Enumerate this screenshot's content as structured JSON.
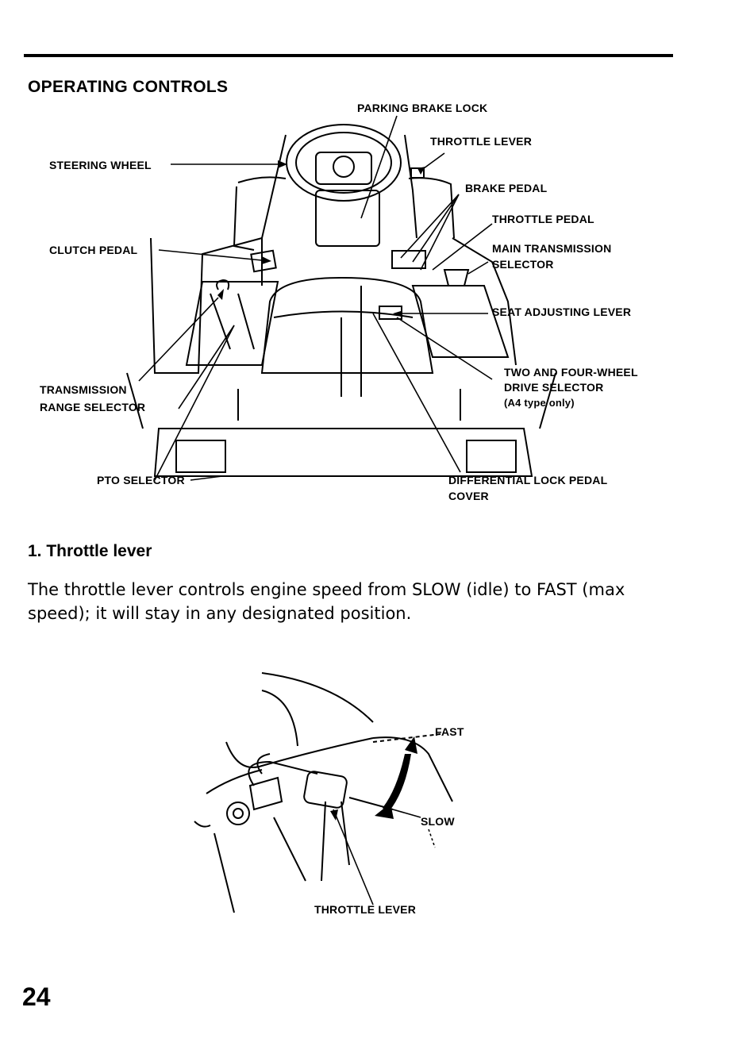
{
  "page": {
    "section_title": "OPERATING CONTROLS",
    "page_number": "24"
  },
  "figure1": {
    "labels": {
      "parking_brake_lock": "PARKING BRAKE LOCK",
      "throttle_lever": "THROTTLE LEVER",
      "steering_wheel": "STEERING WHEEL",
      "brake_pedal": "BRAKE PEDAL",
      "throttle_pedal": "THROTTLE PEDAL",
      "clutch_pedal": "CLUTCH PEDAL",
      "main_transmission_line1": "MAIN TRANSMISSION",
      "main_transmission_line2": "SELECTOR",
      "seat_adjusting_lever": "SEAT ADJUSTING LEVER",
      "two_four_line1": "TWO AND FOUR-WHEEL",
      "two_four_line2": "DRIVE SELECTOR",
      "two_four_line3": "(A4 type only)",
      "transmission_range_line1": "TRANSMISSION",
      "transmission_range_line2": "RANGE SELECTOR",
      "pto_selector": "PTO SELECTOR",
      "diff_lock_pedal": "DIFFERENTIAL LOCK PEDAL",
      "cover": "COVER"
    }
  },
  "section1": {
    "heading": "1. Throttle lever",
    "paragraph": "The throttle lever controls engine speed from SLOW (idle) to FAST (max speed); it will stay in any designated position."
  },
  "figure2": {
    "labels": {
      "fast": "FAST",
      "slow": "SLOW",
      "throttle_lever": "THROTTLE LEVER"
    }
  }
}
